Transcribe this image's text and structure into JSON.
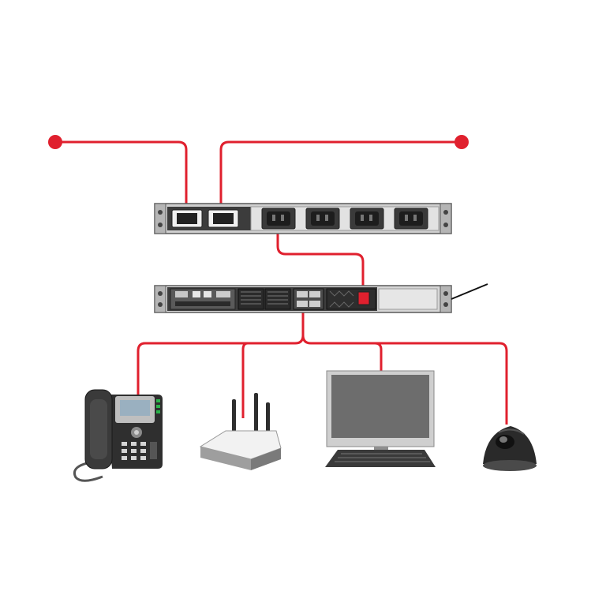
{
  "colors": {
    "background": "#ffffff",
    "cable": "#e0202e",
    "rack_face": "#d6d6d6",
    "rack_frame": "#5a5a5a",
    "dark_device": "#3a3a3a",
    "device_gray": "#8a8a8a"
  },
  "icons": {
    "power_feed_a": "power-source-dot-icon",
    "power_feed_b": "power-source-dot-icon",
    "pdu": "rack-pdu-icon",
    "switch": "rack-poe-switch-icon",
    "ip_phone": "ip-phone-icon",
    "wireless_ap": "wireless-access-point-icon",
    "monitor": "desktop-monitor-icon",
    "camera": "dome-camera-icon"
  },
  "pdu": {
    "outlet_count": 4,
    "inlet_count": 2
  },
  "endpoints": [
    "ip_phone",
    "wireless_ap",
    "monitor",
    "camera"
  ]
}
